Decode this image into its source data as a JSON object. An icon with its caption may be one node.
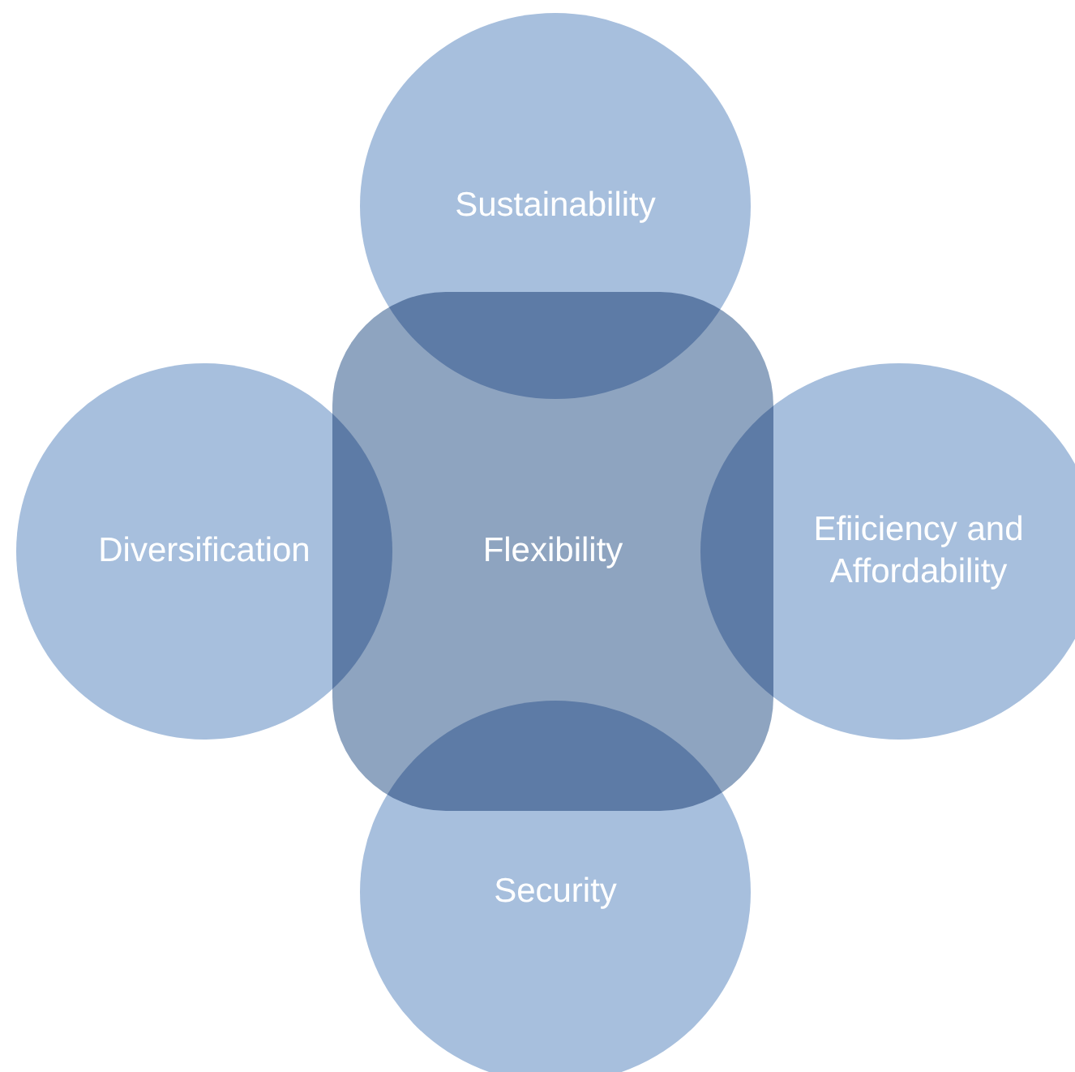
{
  "diagram": {
    "nodes": [
      {
        "text": [
          "Flexibility"
        ]
      },
      {
        "text": [
          "Sustainability"
        ]
      },
      {
        "text": [
          "Diversification"
        ]
      },
      {
        "text": [
          "Efiiciency and Affordability"
        ]
      },
      {
        "text": [
          "Security"
        ]
      }
    ],
    "edges": []
  }
}
